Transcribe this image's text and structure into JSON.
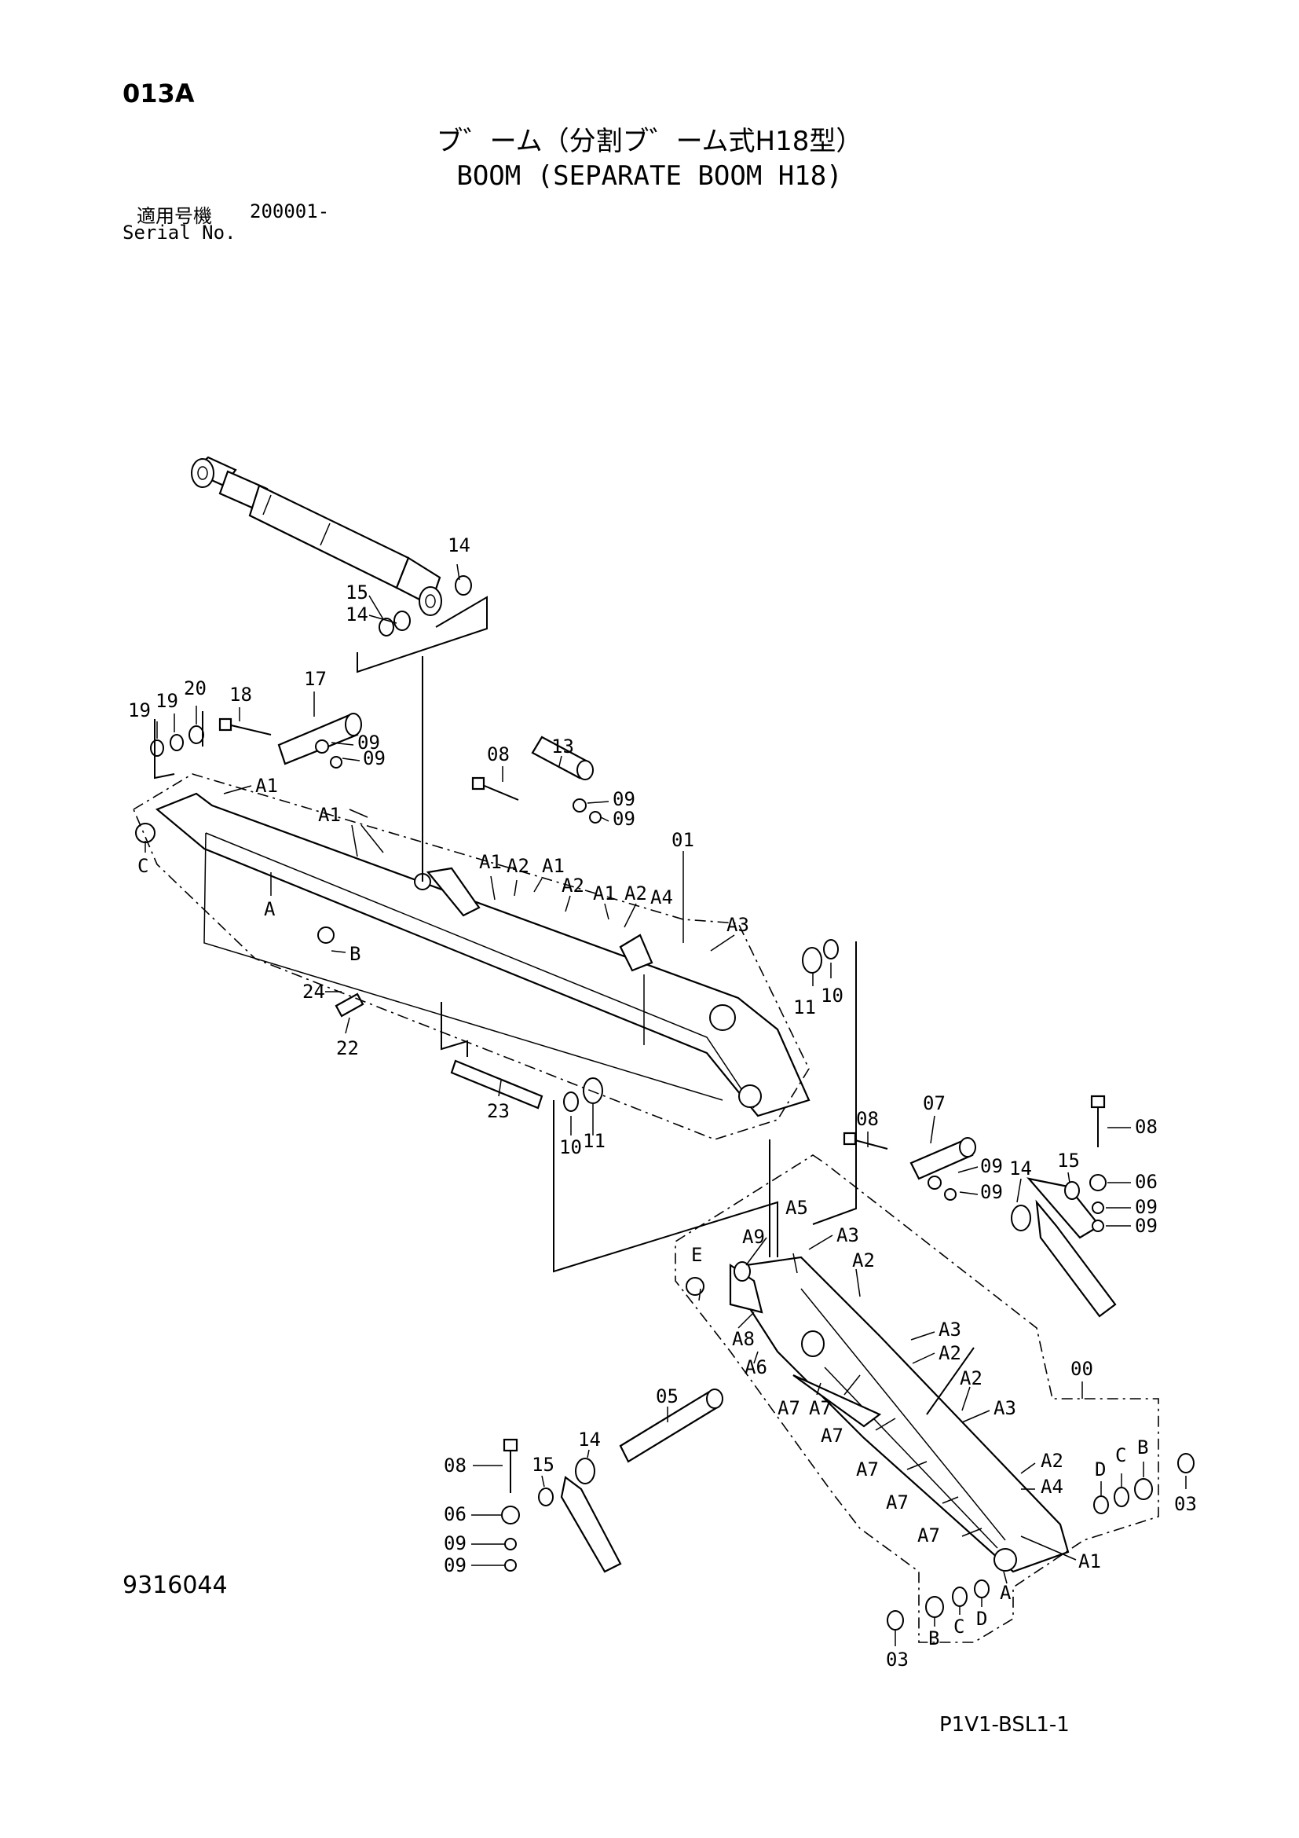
{
  "header": {
    "page_code": "013A",
    "title_jp": "ブ゛ーム（分割ブ゛ーム式H18型）",
    "title_en": "BOOM (SEPARATE BOOM H18)",
    "serial_label_jp": "適用号機",
    "serial_number": "200001-",
    "serial_label_en": "Serial No."
  },
  "footer": {
    "doc_number": "9316044",
    "page_ref": "P1V1-BSL1-1"
  },
  "callouts": {
    "c14a": "14",
    "c15a": "15",
    "c14b": "14",
    "c19a": "19",
    "c19b": "19",
    "c20": "20",
    "c18": "18",
    "c17": "17",
    "c09a": "09",
    "c09b": "09",
    "c08a": "08",
    "c13": "13",
    "c09c": "09",
    "c09d": "09",
    "c01": "01",
    "cCa": "C",
    "cAa": "A",
    "cBa": "B",
    "cA1a": "A1",
    "cA1b": "A1",
    "cA1c": "A1",
    "cA2a": "A2",
    "cA1d": "A1",
    "cA2b": "A2",
    "cA1e": "A1",
    "cA2c": "A2",
    "cA4a": "A4",
    "cA3a": "A3",
    "c11a": "11",
    "c10a": "10",
    "c24": "24",
    "c22": "22",
    "c23": "23",
    "c10b": "10",
    "c11b": "11",
    "c08b": "08",
    "c07": "07",
    "c09e": "09",
    "c09f": "09",
    "c14c": "14",
    "c08c": "08",
    "c15b": "15",
    "c06a": "06",
    "c09g": "09",
    "c09h": "09",
    "cA5": "A5",
    "cA9": "A9",
    "cA3b": "A3",
    "cA2d": "A2",
    "cE": "E",
    "cA8": "A8",
    "cA6": "A6",
    "cA3c": "A3",
    "cA2e": "A2",
    "cA2f": "A2",
    "cA3d": "A3",
    "c00": "00",
    "cA7a": "A7",
    "cA7b": "A7",
    "cA7c": "A7",
    "cA7d": "A7",
    "cA7e": "A7",
    "cA7f": "A7",
    "cA2g": "A2",
    "cA4b": "A4",
    "cA1f": "A1",
    "c05": "05",
    "c14d": "14",
    "c15c": "15",
    "c08d": "08",
    "c06b": "06",
    "c09i": "09",
    "c09j": "09",
    "cDa": "D",
    "cCb": "C",
    "cBb": "B",
    "c03a": "03",
    "cAb": "A",
    "cDb": "D",
    "cCc": "C",
    "cBc": "B",
    "c03b": "03"
  }
}
